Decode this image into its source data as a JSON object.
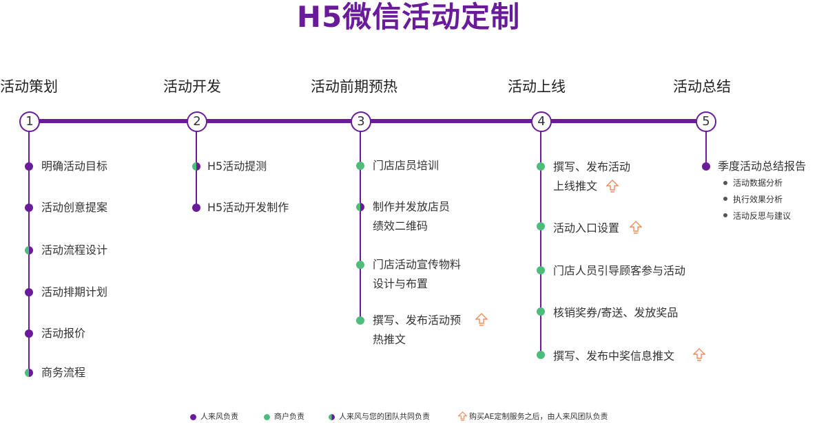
{
  "title": "H5微信活动定制",
  "phases": [
    {
      "label": "活动策划",
      "number": "1"
    },
    {
      "label": "活动开发",
      "number": "2"
    },
    {
      "label": "活动前期预热",
      "number": "3"
    },
    {
      "label": "活动上线",
      "number": "4"
    },
    {
      "label": "活动总结",
      "number": "5"
    }
  ],
  "col1": [
    "明确活动目标",
    "活动创意提案",
    "活动流程设计",
    "活动排期计划",
    "活动报价",
    "商务流程"
  ],
  "col2": [
    "H5活动提测",
    "H5活动开发制作"
  ],
  "col3": [
    {
      "line1": "门店店员培训"
    },
    {
      "line1": "制作并发放店员",
      "line2": "绩效二维码"
    },
    {
      "line1": "门店活动宣传物料",
      "line2": "设计与布置"
    },
    {
      "line1": "撰写、发布活动预",
      "line2": "热推文"
    }
  ],
  "col4": [
    {
      "line1": "撰写、发布活动",
      "line2": "上线推文"
    },
    {
      "line1": "活动入口设置"
    },
    {
      "line1": "门店人员引导顾客参与活动"
    },
    {
      "line1": "核销奖券/寄送、发放奖品"
    },
    {
      "line1": "撰写、发布中奖信息推文"
    }
  ],
  "col5": {
    "main": "季度活动总结报告",
    "subs": [
      "活动数据分析",
      "执行效果分析",
      "活动反思与建议"
    ]
  },
  "legend": {
    "purple": "人来风负责",
    "green": "商户负责",
    "both": "人来风与您的团队共同负责",
    "arrow": "购买AE定制服务之后，由人来风团队负责"
  },
  "colors": {
    "purple": "#6a1b9a",
    "green": "#4dbd7c",
    "arrow": "#f08a5d"
  }
}
